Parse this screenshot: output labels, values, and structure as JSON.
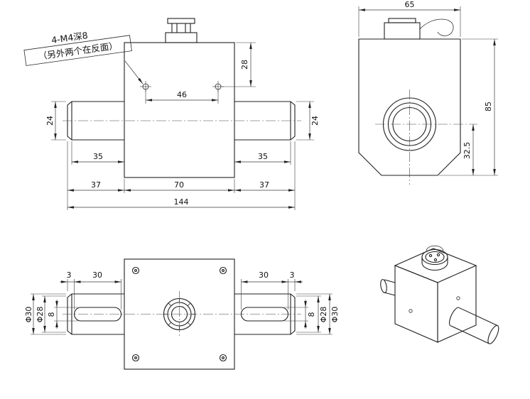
{
  "annotation": {
    "line1": "4-M4深8",
    "line2": "（另外两个在反面）"
  },
  "front_view": {
    "d28": "28",
    "d46": "46",
    "d24_left": "24",
    "d24_right": "24",
    "d35_left": "35",
    "d35_right": "35",
    "d37_left": "37",
    "d70": "70",
    "d37_right": "37",
    "d144": "144"
  },
  "side_view": {
    "d65": "65",
    "d85": "85",
    "d32_5": "32.5"
  },
  "top_view": {
    "d3_left": "3",
    "d30_left": "30",
    "d30_right": "30",
    "d3_right": "3",
    "dia30_left": "Φ30",
    "dia28_left": "Φ28",
    "d8_left": "8",
    "d8_right": "8",
    "dia28_right": "Φ28",
    "dia30_right": "Φ30"
  },
  "colors": {
    "line": "#1f1f1f",
    "background": "#ffffff"
  }
}
